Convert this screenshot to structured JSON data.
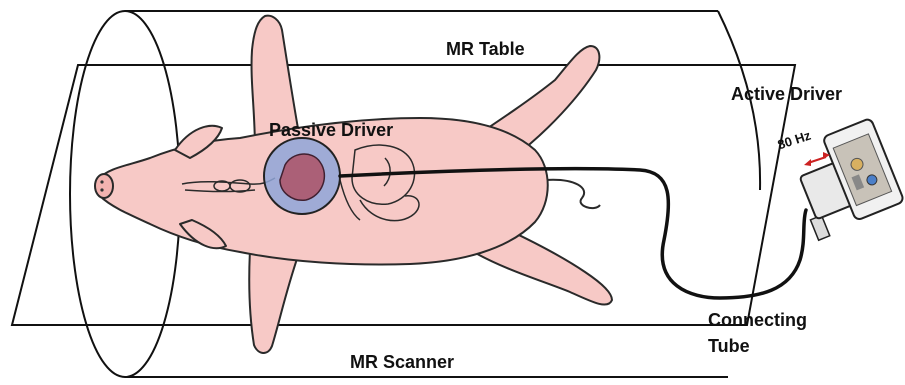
{
  "labels": {
    "mr_table": "MR Table",
    "active_driver": "Active Driver",
    "passive_driver": "Passive Driver",
    "frequency": "80 Hz",
    "connecting_tube_line1": "Connecting",
    "connecting_tube_line2": "Tube",
    "mr_scanner": "MR Scanner"
  },
  "colors": {
    "pig_skin": "#f7c9c6",
    "pig_outline": "#222222",
    "passive_driver_fill": "#8fa6d8",
    "organ_fill": "#b0404f",
    "arrow": "#cc2222",
    "driver_body": "#e9e9e9"
  }
}
